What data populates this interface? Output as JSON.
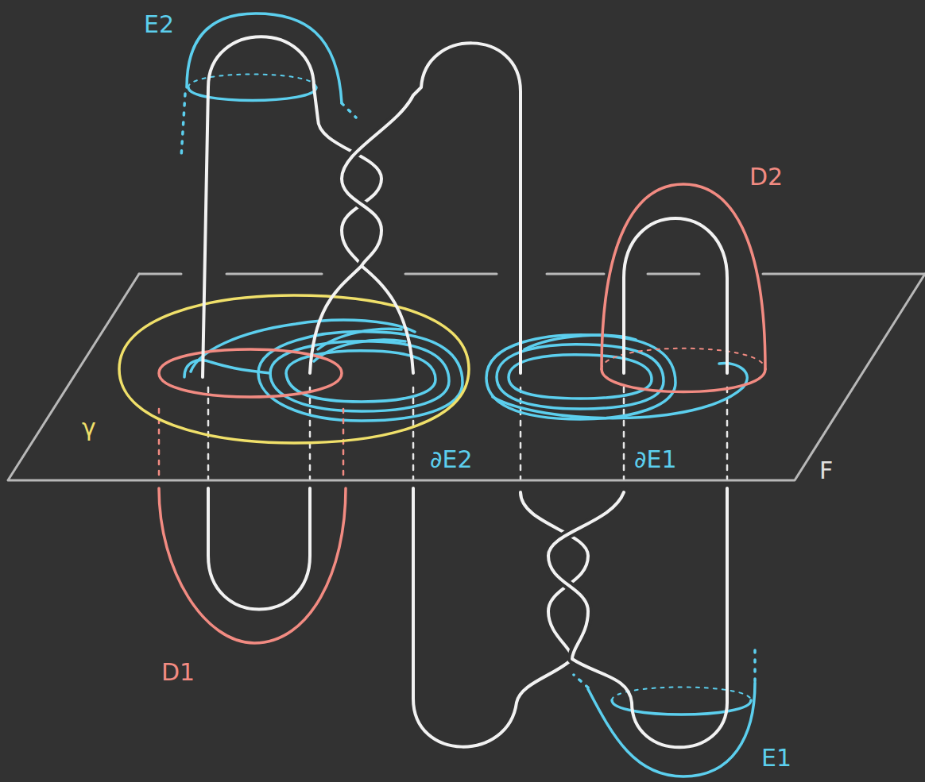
{
  "diagram": {
    "labels": [
      "E2",
      "D2",
      "γ",
      "∂E2",
      "∂E1",
      "F",
      "D1",
      "E1"
    ]
  }
}
